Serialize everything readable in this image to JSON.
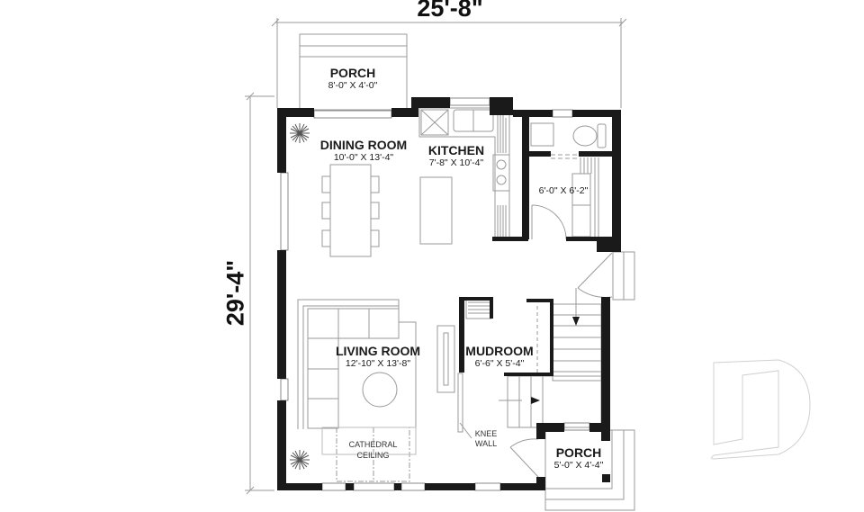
{
  "plan": {
    "overall_width": "25'-8\"",
    "overall_depth": "29'-4\"",
    "rooms": [
      {
        "id": "porch_rear",
        "name": "PORCH",
        "dims": "8'-0\" X 4'-0\""
      },
      {
        "id": "dining",
        "name": "DINING ROOM",
        "dims": "10'-0\" X 13'-4\""
      },
      {
        "id": "kitchen",
        "name": "KITCHEN",
        "dims": "7'-8\" X 10'-4\""
      },
      {
        "id": "laundry_bath",
        "name": "",
        "dims": "6'-0\" X 6'-2\""
      },
      {
        "id": "living",
        "name": "LIVING ROOM",
        "dims": "12'-10\" X 13'-8\""
      },
      {
        "id": "mudroom",
        "name": "MUDROOM",
        "dims": "6'-6\" X 5'-4\""
      },
      {
        "id": "porch_front",
        "name": "PORCH",
        "dims": "5'-0\" X 4'-4\""
      }
    ],
    "notes": {
      "cathedral": [
        "CATHEDRAL",
        "CEILING"
      ],
      "knee_wall": [
        "KNEE",
        "WALL"
      ]
    },
    "colors": {
      "wall": "#1a1a1a",
      "line": "#9a9a9a",
      "text": "#1a1a1a",
      "watermark": "#d0d0d0"
    }
  }
}
